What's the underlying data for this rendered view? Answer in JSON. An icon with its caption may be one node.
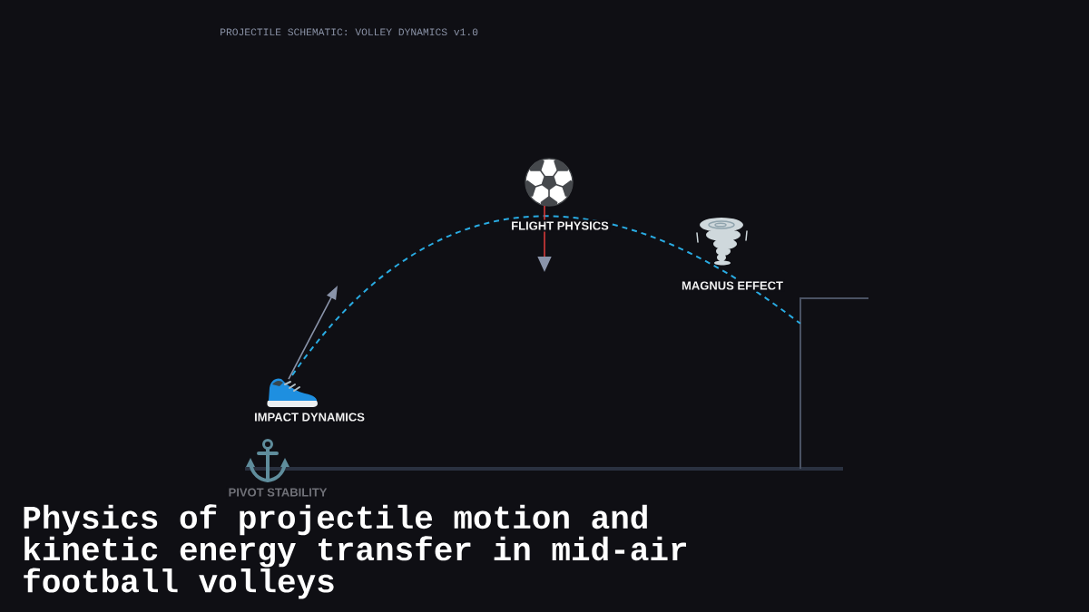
{
  "diagram": {
    "title": "Physics of projectile motion and kinetic energy transfer in mid-air football volleys",
    "nodes": [
      {
        "text": [],
        "shape": "picture",
        "beside": [
          "FLIGHT PHYSICS"
        ]
      },
      {
        "text": [],
        "shape": "picture",
        "beside": [
          "MAGNUS EFFECT"
        ]
      },
      {
        "text": [],
        "shape": "picture"
      },
      {
        "text": [],
        "shape": "picture",
        "beside": [
          "IMPACT DYNAMICS"
        ]
      },
      {
        "text": [],
        "shape": "picture",
        "beside": [
          "PIVOT STABILITY"
        ]
      }
    ],
    "edges": [
      {
        "from": 3,
        "to": 2,
        "arrow": "none",
        "style": "dashed",
        "color": "#29abe2"
      }
    ],
    "labels": [
      "PROJECTILE SCHEMATIC: VOLLEY DYNAMICS v1.0"
    ]
  }
}
